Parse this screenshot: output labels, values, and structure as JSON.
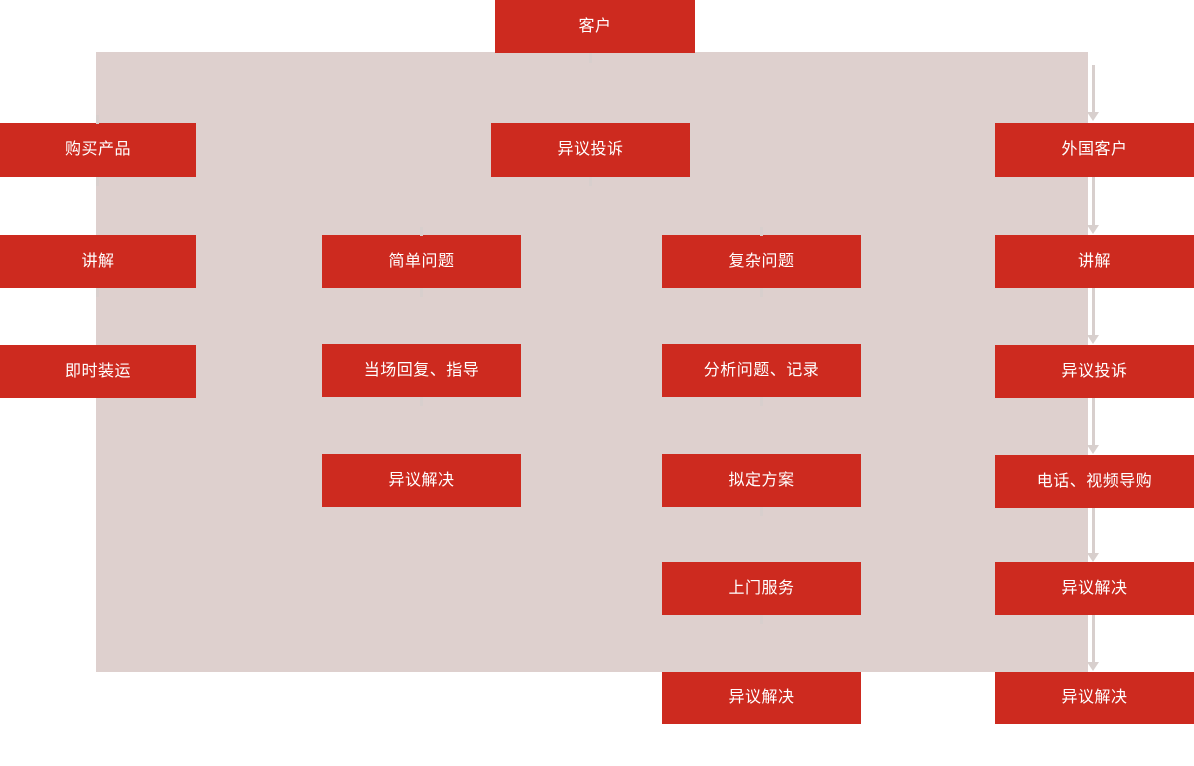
{
  "diagram": {
    "title_node": {
      "label": "客户"
    },
    "background_band": {
      "color": "#ded0ce"
    },
    "node_color": "#cd2a1f",
    "node_text_color": "#ffffff",
    "connector_color": "#d8cfcd",
    "columns": [
      {
        "id": "column-1",
        "nodes": [
          {
            "label": "购买产品"
          },
          {
            "label": "讲解"
          },
          {
            "label": "即时装运"
          }
        ]
      },
      {
        "id": "column-2",
        "nodes": [
          {
            "label": "简单问题"
          },
          {
            "label": "当场回复、指导"
          },
          {
            "label": "异议解决"
          }
        ]
      },
      {
        "id": "column-3",
        "nodes": [
          {
            "label": "异议投诉"
          },
          {
            "label": "复杂问题"
          },
          {
            "label": "分析问题、记录"
          },
          {
            "label": "拟定方案"
          },
          {
            "label": "上门服务"
          },
          {
            "label": "异议解决"
          }
        ]
      },
      {
        "id": "column-4",
        "nodes": [
          {
            "label": "外国客户"
          },
          {
            "label": "讲解"
          },
          {
            "label": "异议投诉"
          },
          {
            "label": "电话、视频导购"
          },
          {
            "label": "异议解决"
          },
          {
            "label": "异议解决"
          }
        ]
      }
    ]
  }
}
